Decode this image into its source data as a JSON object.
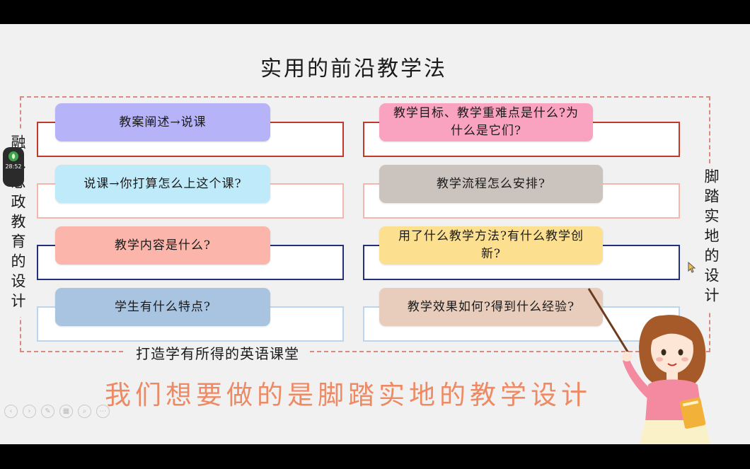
{
  "slide": {
    "title": "实用的前沿教学法",
    "left_side": "融入思政教育的设计",
    "right_side": "脚踏实地的设计",
    "subtitle": "打造学有所得的英语课堂",
    "headline": "我们想要做的是脚踏实地的教学设计",
    "left_items": [
      {
        "text": "教案阐述→说课",
        "color": "#b6b3f8",
        "border": "#c0392b"
      },
      {
        "text": "说课→你打算怎么上这个课?",
        "color": "#bfeaf9",
        "border": "#f4b7ae"
      },
      {
        "text": "教学内容是什么?",
        "color": "#fbb5ab",
        "border": "#23307a"
      },
      {
        "text": "学生有什么特点?",
        "color": "#a8c4e1",
        "border": "#b9d6ee"
      }
    ],
    "right_items": [
      {
        "text": "教学目标、教学重难点是什么?为什么是它们?",
        "color": "#f9a3c0",
        "border": "#c0392b"
      },
      {
        "text": "教学流程怎么安排?",
        "color": "#cbc4be",
        "border": "#f4b7ae"
      },
      {
        "text": "用了什么教学方法?有什么教学创新?",
        "color": "#fde08f",
        "border": "#23307a"
      },
      {
        "text": "教学效果如何?得到什么经验?",
        "color": "#e8cdbd",
        "border": "#b9d6ee"
      }
    ]
  },
  "timer": {
    "time": "28:52",
    "icon": "leaf-icon"
  },
  "toolbar": {
    "buttons": [
      "prev-icon",
      "next-icon",
      "pen-icon",
      "grid-icon",
      "zoom-icon",
      "more-icon"
    ]
  },
  "colors": {
    "accent_orange": "#ee8a63",
    "frame_dash": "#d9897f"
  }
}
